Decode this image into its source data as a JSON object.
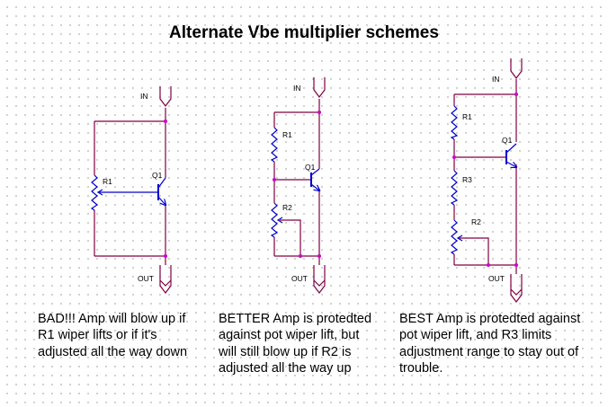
{
  "title": "Alternate Vbe multiplier schemes",
  "labels": {
    "in": "IN",
    "out": "OUT",
    "r1": "R1",
    "r2": "R2",
    "r3": "R3",
    "q1": "Q1"
  },
  "captions": [
    "BAD!!! Amp will blow up if R1 wiper lifts or if it's adjusted all the way down",
    "BETTER Amp is protedted against pot wiper lift, but will still blow up if R2 is adjusted all the way up",
    "BEST Amp is protedted against pot wiper lift, and R3 limits adjustment range to stay out of trouble."
  ],
  "colors": {
    "wire": "#800040",
    "component": "#0000cc",
    "node": "#d000d0"
  }
}
